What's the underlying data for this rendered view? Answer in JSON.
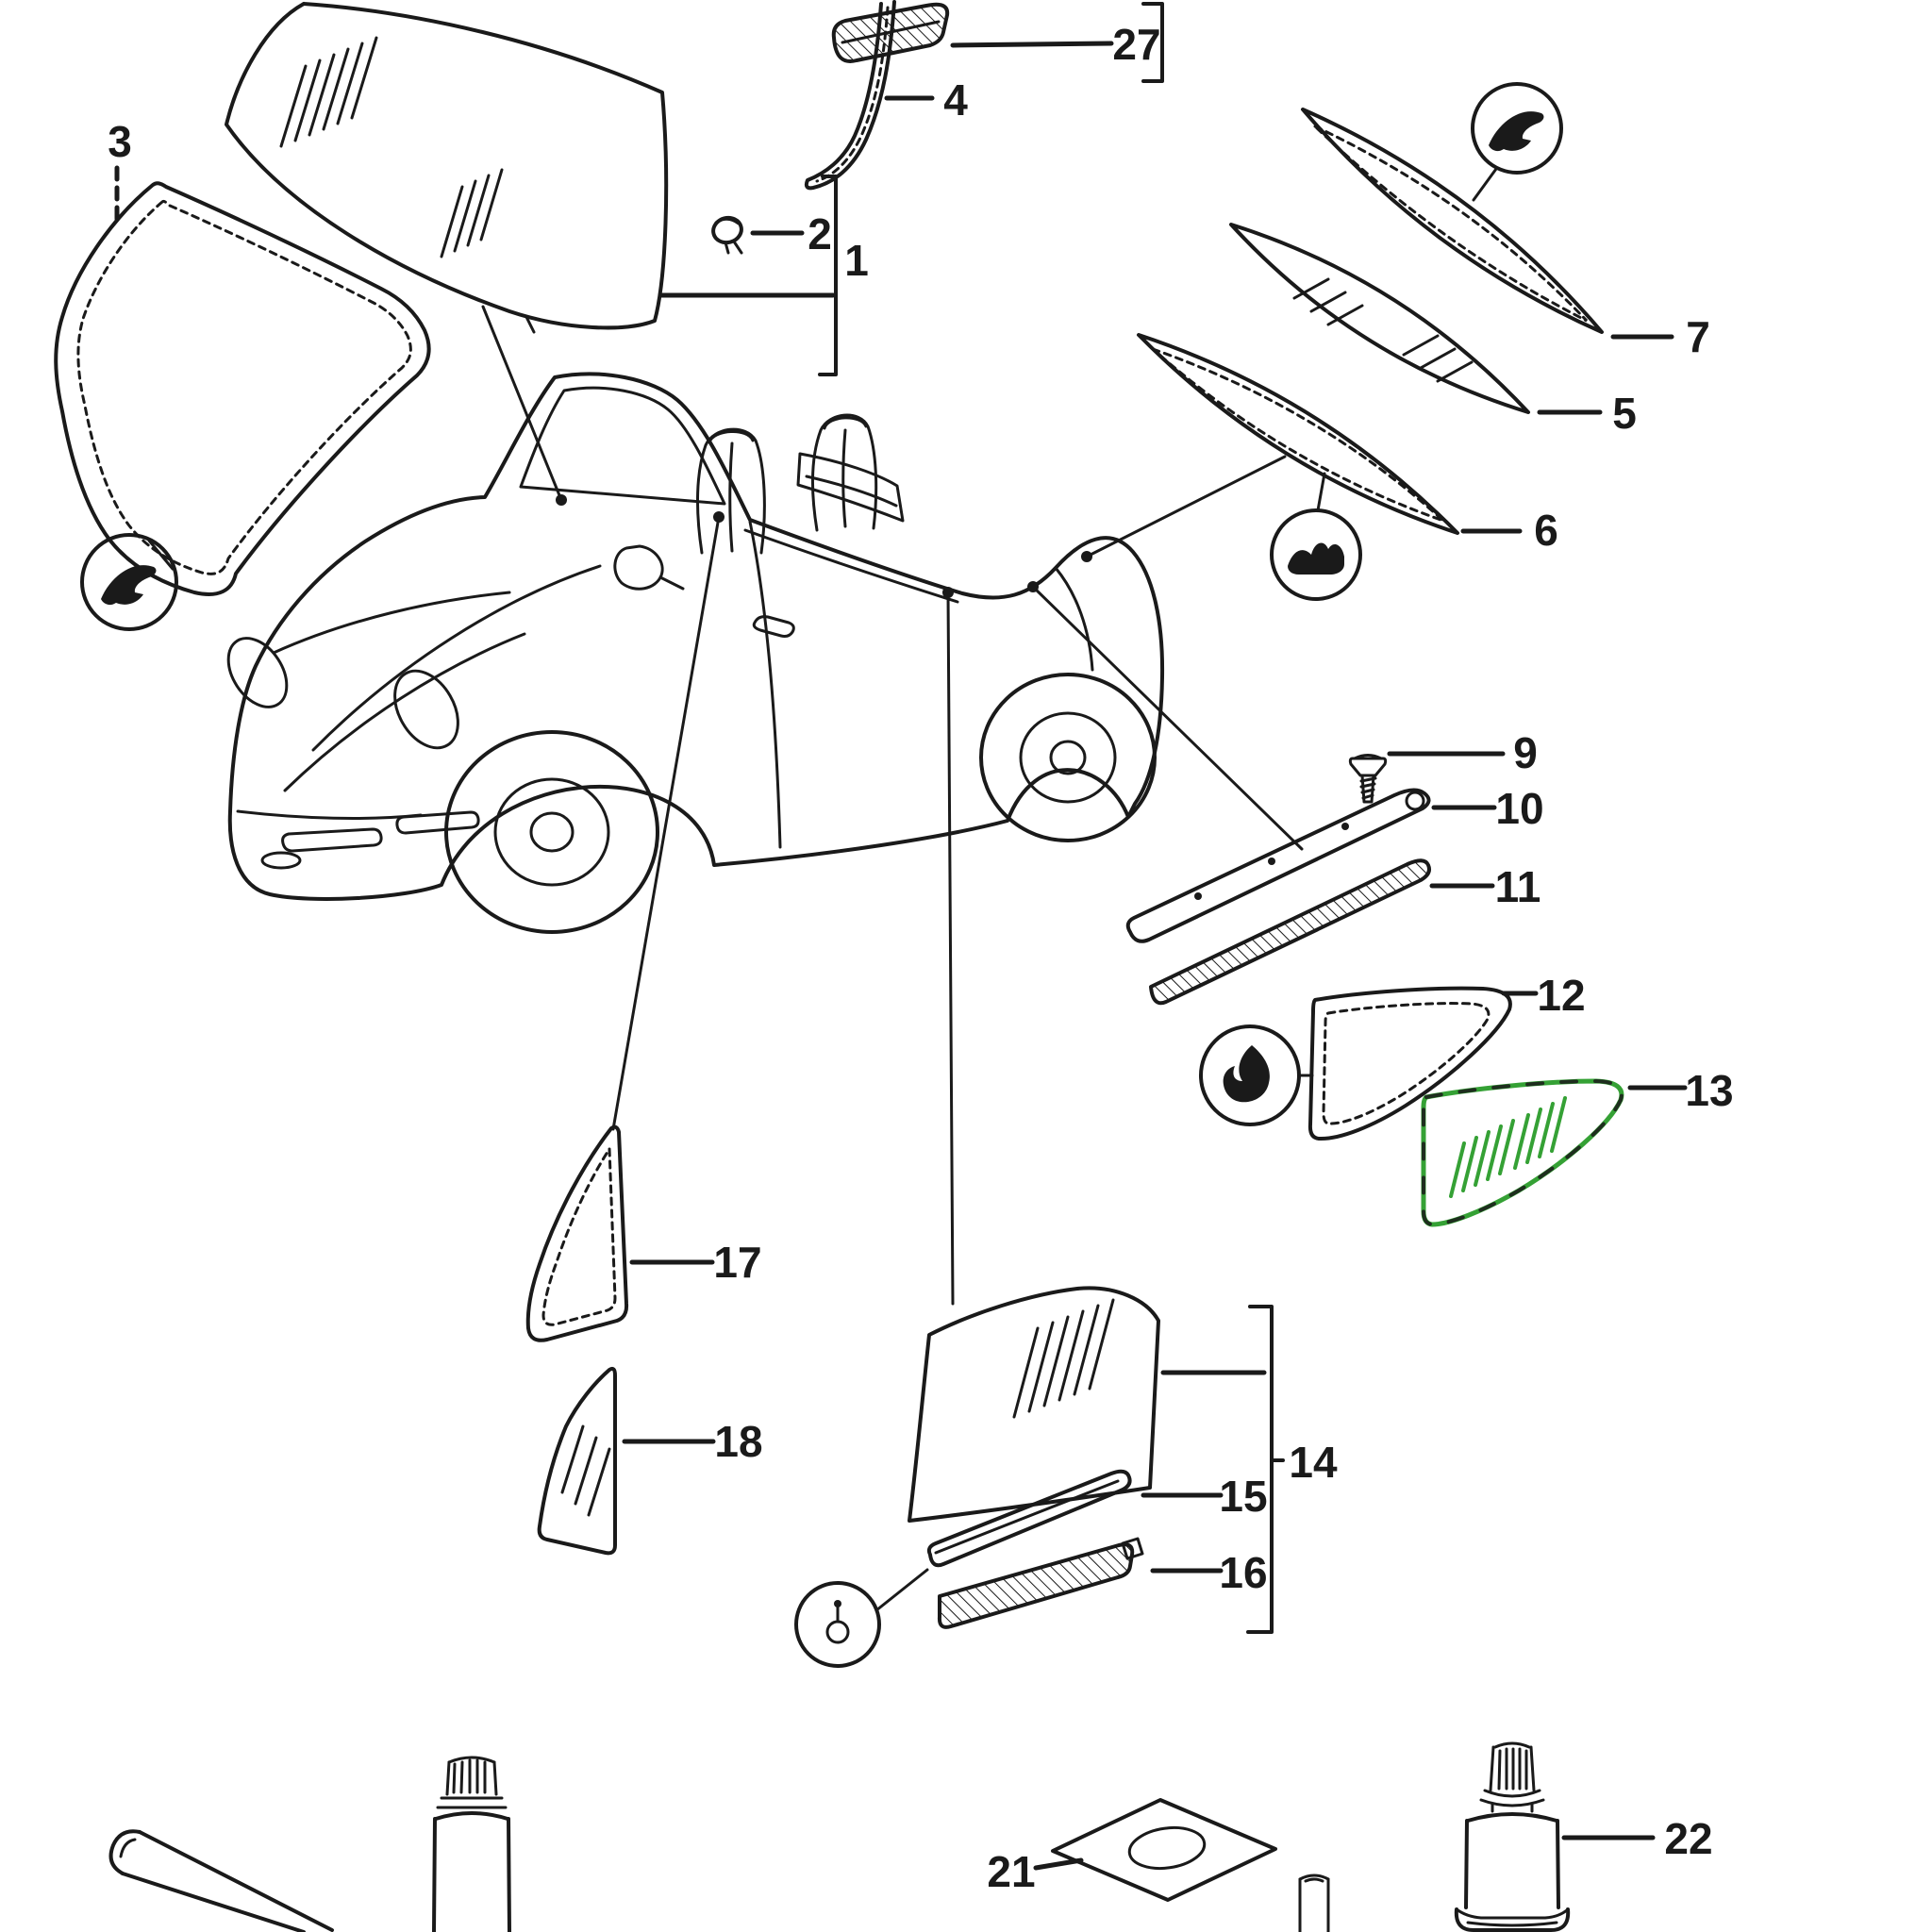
{
  "diagram": {
    "background_color": "#ffffff",
    "line_color": "#1a1a1a",
    "highlight_color": "#35a135"
  },
  "callouts": {
    "p1": {
      "label": "1"
    },
    "p2": {
      "label": "2"
    },
    "p3": {
      "label": "3"
    },
    "p4": {
      "label": "4"
    },
    "p5": {
      "label": "5"
    },
    "p6": {
      "label": "6"
    },
    "p7": {
      "label": "7"
    },
    "p9": {
      "label": "9"
    },
    "p10": {
      "label": "10"
    },
    "p11": {
      "label": "11"
    },
    "p12": {
      "label": "12"
    },
    "p13": {
      "label": "13"
    },
    "p14": {
      "label": "14"
    },
    "p15": {
      "label": "15"
    },
    "p16": {
      "label": "16"
    },
    "p17": {
      "label": "17"
    },
    "p18": {
      "label": "18"
    },
    "p21": {
      "label": "21"
    },
    "p22": {
      "label": "22"
    },
    "p27": {
      "label": "27"
    }
  },
  "icons": {
    "windshield_seal_circle": "curved-arrow-icon",
    "rear_quarter_seal_circle": "curved-arrow-icon",
    "rear_window_circle": "sealant-bead-icon",
    "quarter_window_circle": "bonding-flame-icon",
    "door_rail_circle": "applicator-pin-icon"
  }
}
